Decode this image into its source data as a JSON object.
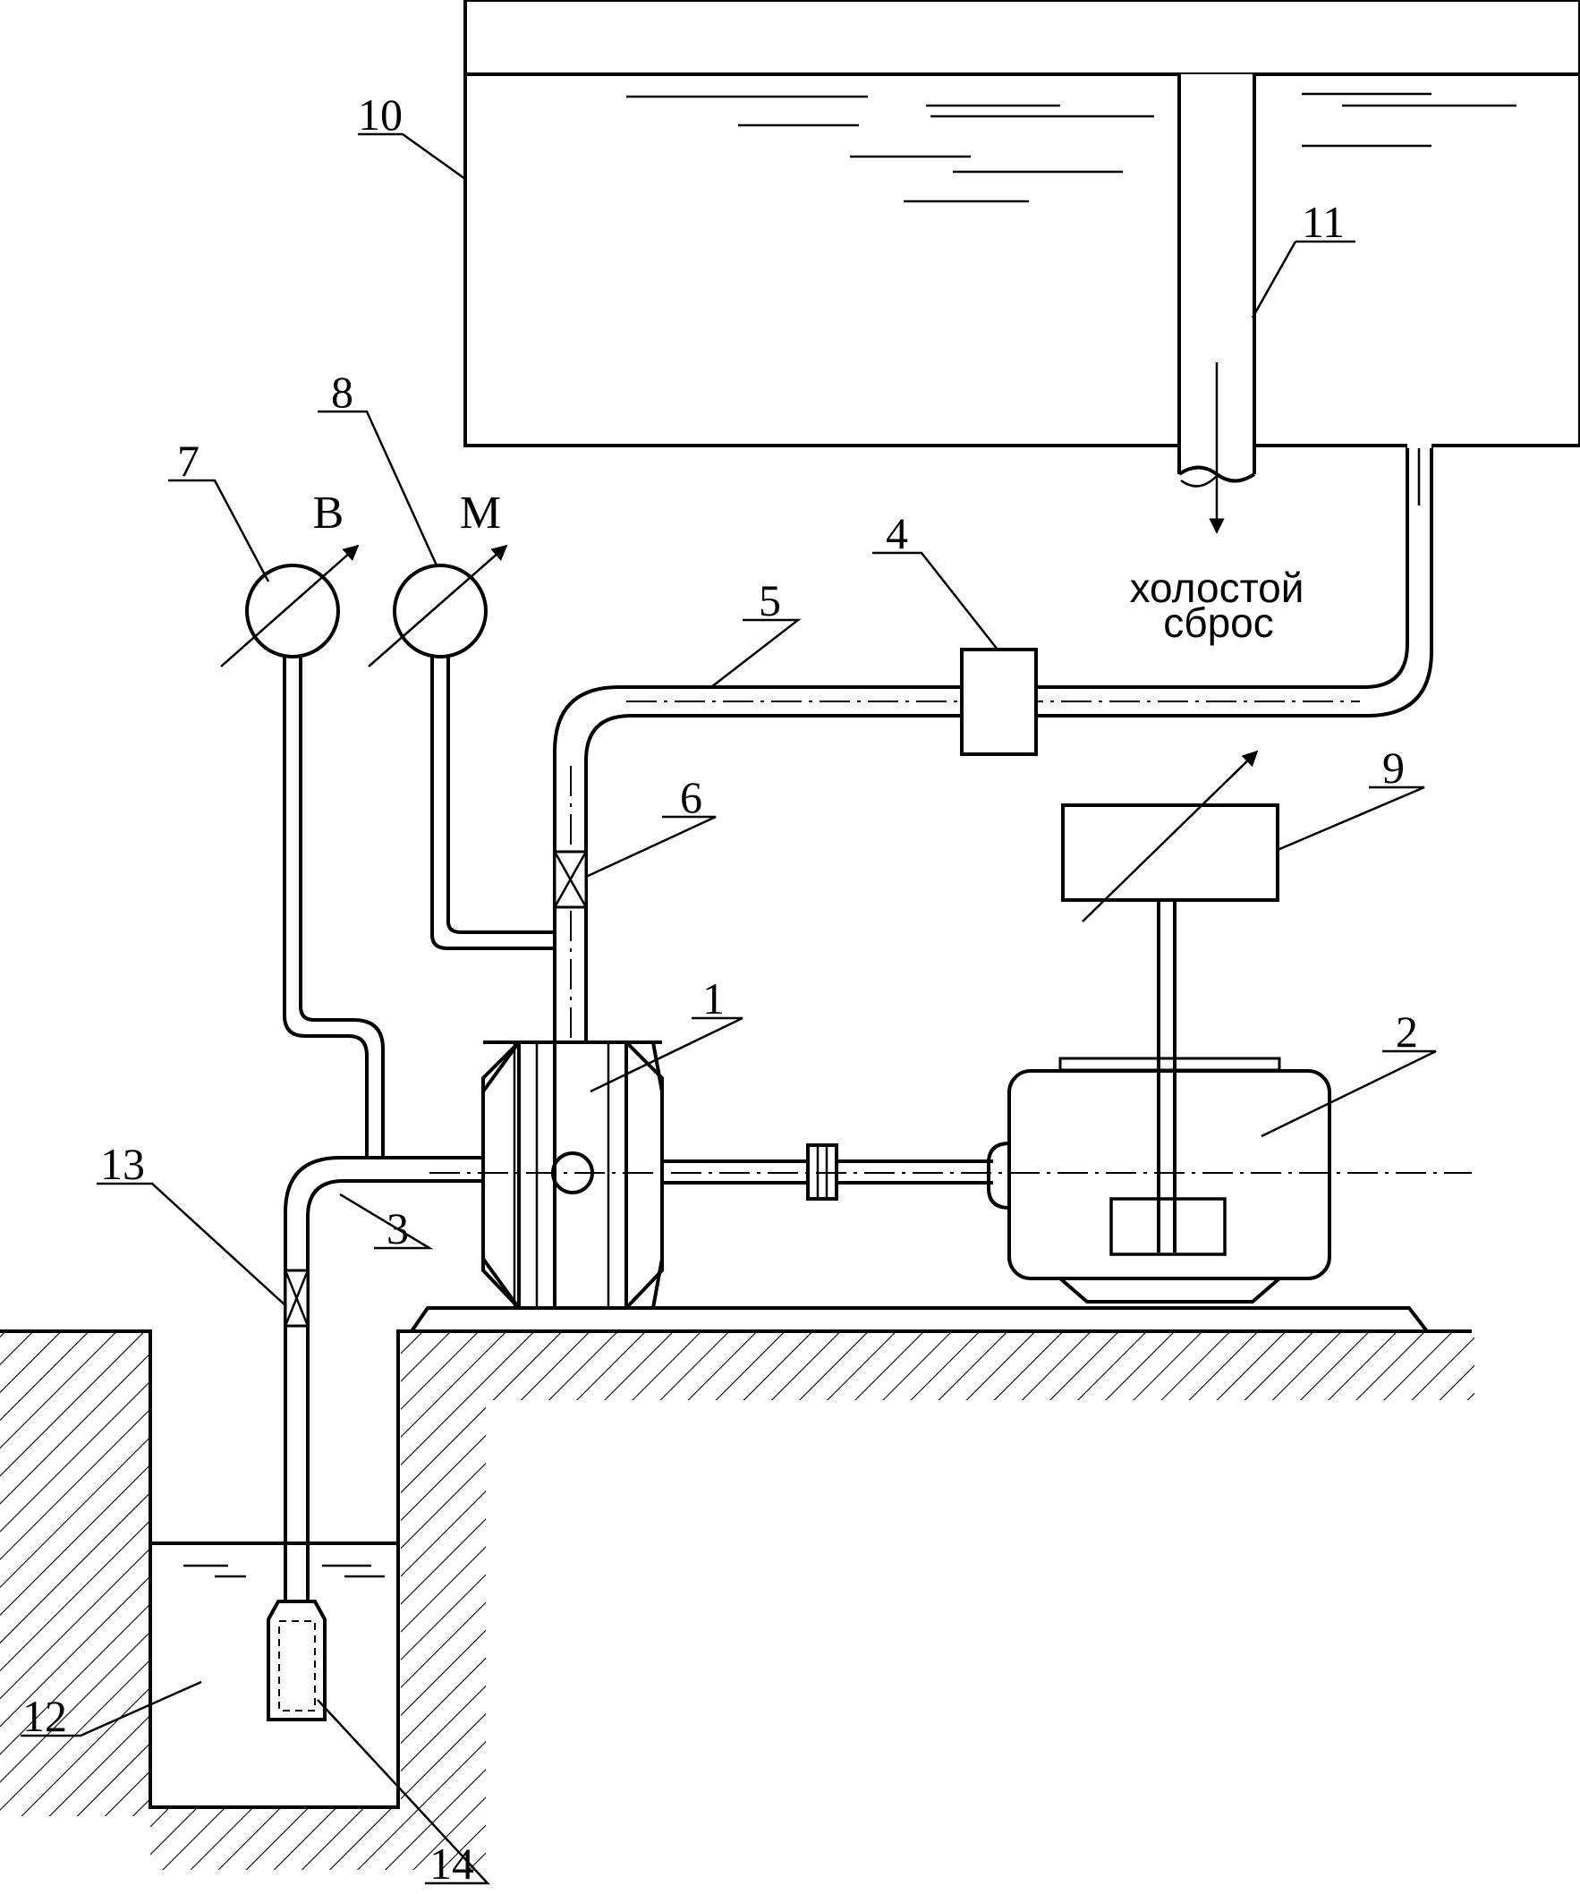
{
  "labels": {
    "pump": "1",
    "motor": "2",
    "suction_pipe": "3",
    "flow_meter": "4",
    "discharge_pipe": "5",
    "discharge_valve": "6",
    "vacuum_gauge": "7",
    "pressure_gauge": "8",
    "regulator": "9",
    "tank": "10",
    "overflow_pipe": "11",
    "sump": "12",
    "suction_valve": "13",
    "foot_valve": "14"
  },
  "gauges": {
    "vacuum_letter": "В",
    "pressure_letter": "М"
  },
  "overflow_caption": {
    "line1": "холостой",
    "line2": "сброс"
  }
}
